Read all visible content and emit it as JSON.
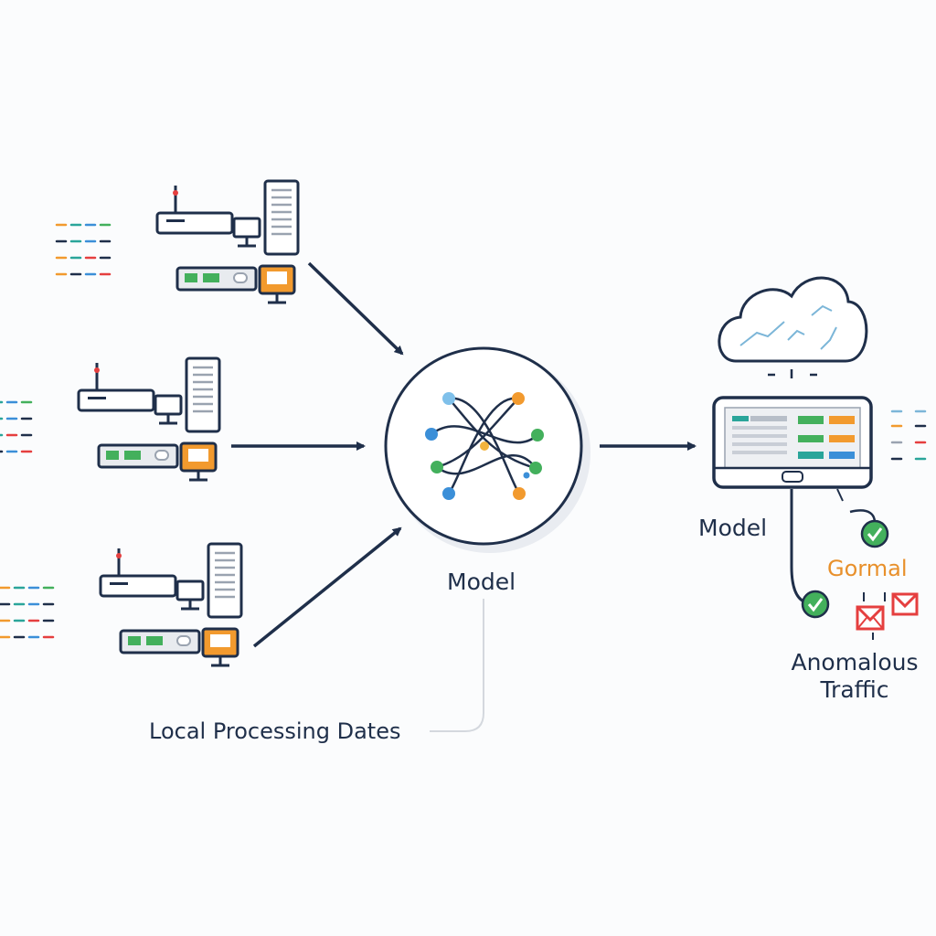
{
  "labels": {
    "model_center": "Model",
    "model_right": "Model",
    "normal": "Gormal",
    "anomalous_line1": "Anomalous",
    "anomalous_line2": "Traffic",
    "local_processing": "Local Processing Dates"
  },
  "icons": {
    "edge_devices": [
      "router-icon",
      "desktop-computer-icon",
      "server-tower-icon",
      "network-switch-icon"
    ],
    "model": "neural-network-icon",
    "cloud": "cloud-icon",
    "dashboard": "tablet-dashboard-icon",
    "normal_status": "checkmark-icon",
    "anomalous_status": "envelope-alert-icon"
  },
  "colors": {
    "ink": "#1f2f4a",
    "orange": "#f29a2e",
    "green": "#43b05c",
    "blue": "#3b8fd8",
    "red": "#e53f3f",
    "teal": "#2aa59a",
    "light_gray": "#c9ced6"
  }
}
